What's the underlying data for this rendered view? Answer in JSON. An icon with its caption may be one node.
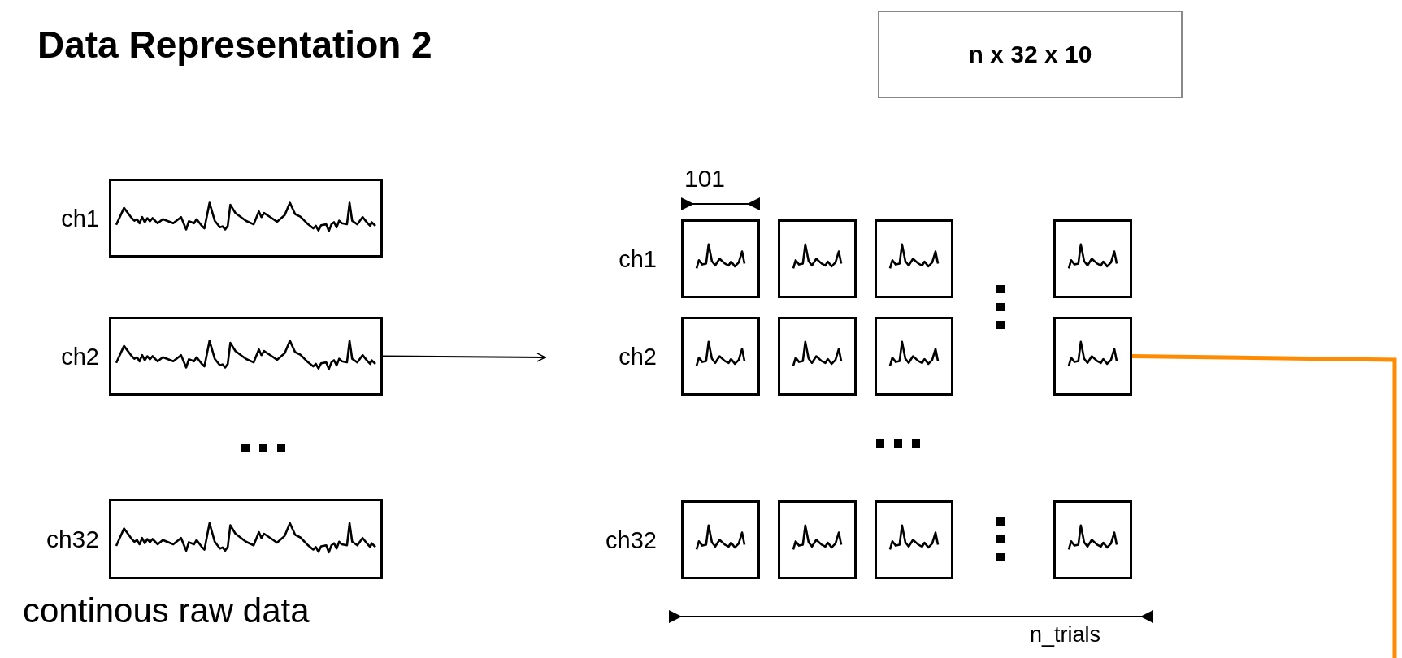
{
  "diagram": {
    "title": "Data Representation 2",
    "nodes": [
      {
        "text": [
          "n x 32 x 10"
        ]
      },
      {
        "text": [],
        "shape": "box",
        "beside": [
          "ch1"
        ]
      },
      {
        "text": [],
        "shape": "box",
        "beside": [
          "ch2"
        ]
      },
      {
        "text": [],
        "shape": "box",
        "beside": [
          "ch32"
        ]
      },
      {
        "text": [],
        "shape": "box",
        "beside": [
          "ch1"
        ]
      },
      {
        "text": [],
        "shape": "box"
      },
      {
        "text": [],
        "shape": "box"
      },
      {
        "text": [],
        "shape": "box"
      },
      {
        "text": [],
        "shape": "box",
        "beside": [
          "ch2"
        ]
      },
      {
        "text": [],
        "shape": "box"
      },
      {
        "text": [],
        "shape": "box"
      },
      {
        "text": [],
        "shape": "box"
      },
      {
        "text": [],
        "shape": "box",
        "beside": [
          "ch32"
        ]
      },
      {
        "text": [],
        "shape": "box"
      },
      {
        "text": [],
        "shape": "box"
      },
      {
        "text": [],
        "shape": "box"
      }
    ],
    "edges": [
      {
        "from": 2,
        "to": null,
        "arrow": "to"
      },
      {
        "from": 11,
        "to": null,
        "arrow": "none",
        "style": "thick",
        "color": "#ff8c00"
      }
    ],
    "labels": [
      "101",
      "continous raw data",
      "n_trials"
    ]
  }
}
